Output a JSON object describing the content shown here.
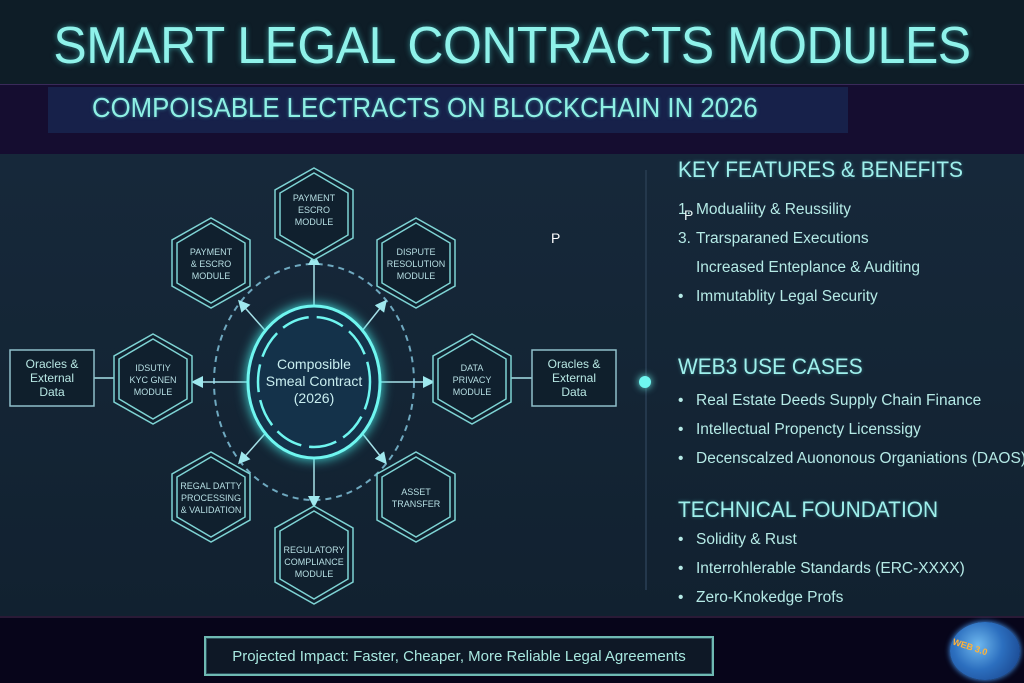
{
  "header": {
    "title": "SMART LEGAL CONTRACTS MODULES",
    "subtitle": "COMPOISABLE LECTRACTS ON BLOCKCHAIN IN 2026"
  },
  "diagram": {
    "center": {
      "line1": "Composible",
      "line2": "Smeal Contract",
      "line3": "(2026)"
    },
    "modules": [
      {
        "id": "top",
        "lines": [
          "PAYMENT",
          "ESCRO",
          "MODULE"
        ]
      },
      {
        "id": "upper-left",
        "lines": [
          "PAYMENT",
          "& ESCRO",
          "MODULE"
        ]
      },
      {
        "id": "upper-right",
        "lines": [
          "DISPUTE",
          "RESOLUTION",
          "MODULE"
        ]
      },
      {
        "id": "left",
        "lines": [
          "IDSUTIY",
          "KYC GNEN",
          "MODULE"
        ]
      },
      {
        "id": "right",
        "lines": [
          "DATA",
          "PRIVACY",
          "MODULE"
        ]
      },
      {
        "id": "lower-left",
        "lines": [
          "REGAL DATTY",
          "PROCESSING",
          "& VALIDATION"
        ]
      },
      {
        "id": "lower-right",
        "lines": [
          "ASSET",
          "TRANSFER"
        ]
      },
      {
        "id": "bottom",
        "lines": [
          "REGULATORY",
          "COMPLIANCE",
          "MODULE"
        ]
      }
    ],
    "external_left": {
      "lines": [
        "Oracles &",
        "External",
        "Data"
      ]
    },
    "external_right": {
      "lines": [
        "Oracles &",
        "External",
        "Data"
      ]
    },
    "stray_glyph": "P"
  },
  "panel": {
    "features": {
      "title": "KEY FEATURES & BENEFITS",
      "items": [
        {
          "marker": "1.",
          "text": "Modualiity & Reussility"
        },
        {
          "marker": "3.",
          "text": "Trarsparaned Executions"
        },
        {
          "marker": "",
          "text": "Increased Enteplance & Auditing"
        },
        {
          "marker": "•",
          "text": "Immutablity Legal Security"
        }
      ],
      "stray_glyph": "P"
    },
    "use_cases": {
      "title": "WEB3 USE CASES",
      "items": [
        {
          "marker": "•",
          "text": "Real Estate Deeds Supply Chain Finance"
        },
        {
          "marker": "•",
          "text": "Intellectual Propencty Licenssigy"
        },
        {
          "marker": "•",
          "text": "Decenscalzed Auononous Organiations (DAOS)"
        }
      ]
    },
    "technical": {
      "title": "TECHNICAL FOUNDATION",
      "items": [
        {
          "marker": "•",
          "text": "Solidity & Rust"
        },
        {
          "marker": "•",
          "text": "Interrohlerable Standards (ERC-XXXX)"
        },
        {
          "marker": "•",
          "text": "Zero-Knokedge Profs"
        }
      ]
    }
  },
  "footer": {
    "impact": "Projected Impact: Faster, Cheaper, More Reliable Legal Agreements",
    "logo_text": "WEB 3.0"
  },
  "colors": {
    "accent": "#6ff6f0",
    "title": "#8ff2ea",
    "background": "#142535",
    "footer": "#07051a"
  }
}
